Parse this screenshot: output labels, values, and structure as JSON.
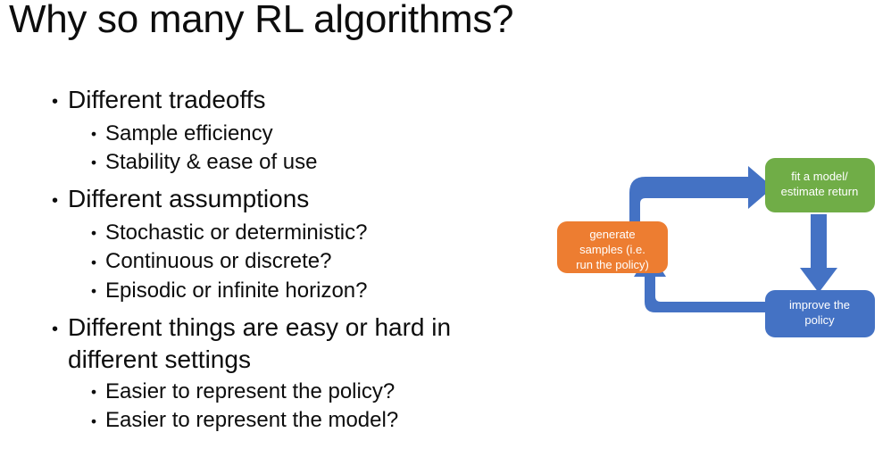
{
  "slide": {
    "title": "Why so many RL algorithms?",
    "background_color": "#ffffff",
    "text_color": "#0d0d0d"
  },
  "bullets": [
    {
      "level": 1,
      "text": "Different tradeoffs",
      "children": [
        {
          "level": 2,
          "text": "Sample efficiency"
        },
        {
          "level": 2,
          "text": "Stability & ease of use"
        }
      ]
    },
    {
      "level": 1,
      "text": "Different assumptions",
      "children": [
        {
          "level": 2,
          "text": "Stochastic or deterministic?"
        },
        {
          "level": 2,
          "text": "Continuous or discrete?"
        },
        {
          "level": 2,
          "text": "Episodic or infinite horizon?"
        }
      ]
    },
    {
      "level": 1,
      "text": "Different things are easy or hard in different settings",
      "children": [
        {
          "level": 2,
          "text": "Easier to represent the policy?"
        },
        {
          "level": 2,
          "text": "Easier to represent the model?"
        }
      ]
    }
  ],
  "bullet_glyph": "•",
  "diagram": {
    "name": "rl-anatomy-cycle",
    "nodes": [
      {
        "id": "generate-samples",
        "lines": [
          "generate",
          "samples (i.e.",
          "run the policy)"
        ],
        "color": "#ED7D31",
        "text_color": "#ffffff"
      },
      {
        "id": "fit-model",
        "lines": [
          "fit a model/",
          "estimate return"
        ],
        "color": "#70AD47",
        "text_color": "#ffffff"
      },
      {
        "id": "improve-policy",
        "lines": [
          "improve the",
          "policy"
        ],
        "color": "#4472C4",
        "text_color": "#ffffff"
      }
    ],
    "arrow_color": "#4472C4",
    "edges": [
      {
        "from": "generate-samples",
        "to": "fit-model",
        "shape": "elbow-up-right"
      },
      {
        "from": "fit-model",
        "to": "improve-policy",
        "shape": "straight-down"
      },
      {
        "from": "improve-policy",
        "to": "generate-samples",
        "shape": "elbow-left-up"
      }
    ]
  }
}
